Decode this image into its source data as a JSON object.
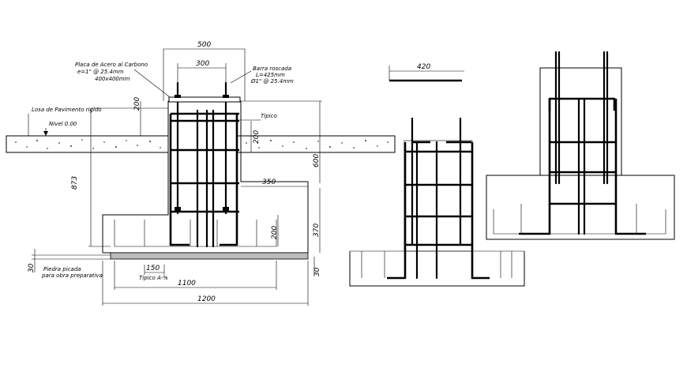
{
  "drawing": {
    "labels": {
      "plate": "Placa de Acero al Carbono",
      "plate_spec_1": "e=1\" @ 25.4mm",
      "plate_spec_2": "400x400mm",
      "rod": "Barra roscada",
      "rod_len": "L=425mm",
      "rod_dia": "Ø1\" @ 25.4mm",
      "slab": "Losa de Pavimento rigido",
      "level": "Nivel 0.00",
      "tie_top": "Tipico",
      "stone": "Piedra picada",
      "stone_2": "para obra preparativa",
      "tie_bottom": "Tipico A-%"
    },
    "dims": {
      "d500": "500",
      "d300": "300",
      "d200a": "200",
      "d200b": "200",
      "d200c": "200",
      "d600": "600",
      "d873": "873",
      "d350": "350",
      "d370": "370",
      "d30a": "30",
      "d30b": "30",
      "d150": "150",
      "d1100": "1100",
      "d1200": "1200",
      "d420": "420"
    }
  }
}
